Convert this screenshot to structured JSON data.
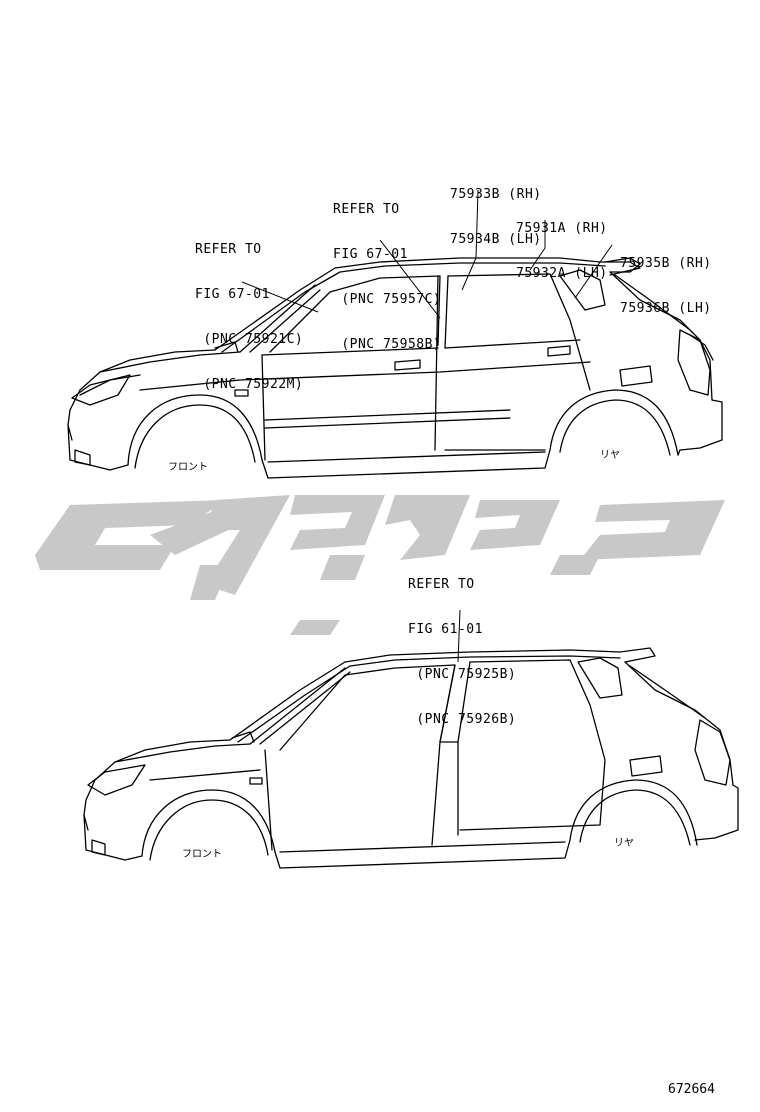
{
  "top_diagram": {
    "callouts": {
      "refer_roof_side": [
        "REFER TO",
        "FIG 67-01",
        " (PNC 75921C)",
        " (PNC 75922M)"
      ],
      "refer_window": [
        "REFER TO",
        "FIG 67-01",
        " (PNC 75957C)",
        " (PNC 75958B)"
      ],
      "part_pillar": [
        "75933B (RH)",
        "75934B (LH)"
      ],
      "part_roof": [
        "75931A (RH)",
        "75932A (LH)"
      ],
      "part_rear": [
        "75935B (RH)",
        "75936B (LH)"
      ]
    },
    "front_label": "フロント",
    "rear_label": "リヤ"
  },
  "bottom_diagram": {
    "callouts": {
      "refer_body": [
        "REFER TO",
        "FIG 61-01",
        " (PNC 75925B)",
        " (PNC 75926B)"
      ]
    },
    "front_label": "フロント",
    "rear_label": "リヤ"
  },
  "diagram_number": "672664",
  "watermark": {
    "color": "#c8c8c8"
  }
}
